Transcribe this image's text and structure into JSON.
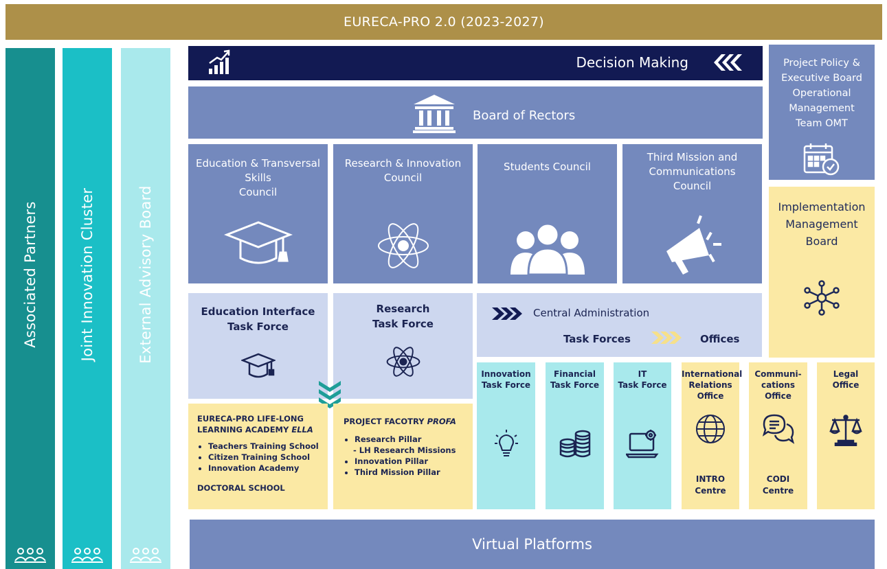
{
  "header": {
    "title": "EURECA-PRO 2.0 (2023-2027)"
  },
  "columns": [
    {
      "label": "Associated Partners",
      "color": "#178f8f"
    },
    {
      "label": "Joint Innovation Cluster",
      "color": "#1bbfc6"
    },
    {
      "label": "External  Advisory  Board",
      "color": "#a9e9ec"
    }
  ],
  "decision": {
    "label": "Decision Making"
  },
  "board_of_rectors": {
    "label": "Board of Rectors"
  },
  "councils": [
    {
      "lines": [
        "Education & Transversal",
        "Skills",
        "Council"
      ]
    },
    {
      "lines": [
        "Research & Innovation",
        "Council"
      ]
    },
    {
      "lines": [
        "Students Council"
      ]
    },
    {
      "lines": [
        "Third Mission and",
        "Communications",
        "Council"
      ]
    }
  ],
  "project_policy": {
    "lines": [
      "Project Policy &",
      "Executive Board",
      "Operational",
      "Management",
      "Team OMT"
    ]
  },
  "implementation": {
    "lines": [
      "Implementation",
      "Management",
      "Board"
    ]
  },
  "task_forces": {
    "education": [
      "Education Interface",
      "Task Force"
    ],
    "research": [
      "Research",
      "Task Force"
    ]
  },
  "central_admin": {
    "title": "Central Administration",
    "left": "Task Forces",
    "right": "Offices"
  },
  "ella": {
    "title_lines": [
      "EURECA-PRO LIFE-LONG",
      "LEARNING ACADEMY"
    ],
    "title_em": "ELLA",
    "items": [
      "Teachers Training School",
      "Citizen Training School",
      "Innovation Academy"
    ],
    "footer": "DOCTORAL SCHOOL"
  },
  "profa": {
    "title": "PROJECT FACOTRY",
    "title_em": "PROFA",
    "items": [
      "Research Pillar",
      "Innovation Pillar",
      "Third Mission Pillar"
    ],
    "subitem": "- LH Research Missions"
  },
  "units": [
    {
      "lines": [
        "Innovation",
        "Task Force"
      ],
      "icon": "lightbulb-icon",
      "bottom": []
    },
    {
      "lines": [
        "Financial",
        "Task Force"
      ],
      "icon": "coins-icon",
      "bottom": []
    },
    {
      "lines": [
        "IT",
        "Task Force"
      ],
      "icon": "laptop-gear-icon",
      "bottom": []
    },
    {
      "lines": [
        "International",
        "Relations",
        "Office"
      ],
      "icon": "globe-icon",
      "bottom": [
        "INTRO",
        "Centre"
      ]
    },
    {
      "lines": [
        "Communi-",
        "cations",
        "Office"
      ],
      "icon": "chat-icon",
      "bottom": [
        "CODI",
        "Centre"
      ]
    },
    {
      "lines": [
        "Legal",
        "Office"
      ],
      "icon": "scales-icon",
      "bottom": []
    }
  ],
  "virtual_platforms": {
    "label": "Virtual Platforms"
  }
}
